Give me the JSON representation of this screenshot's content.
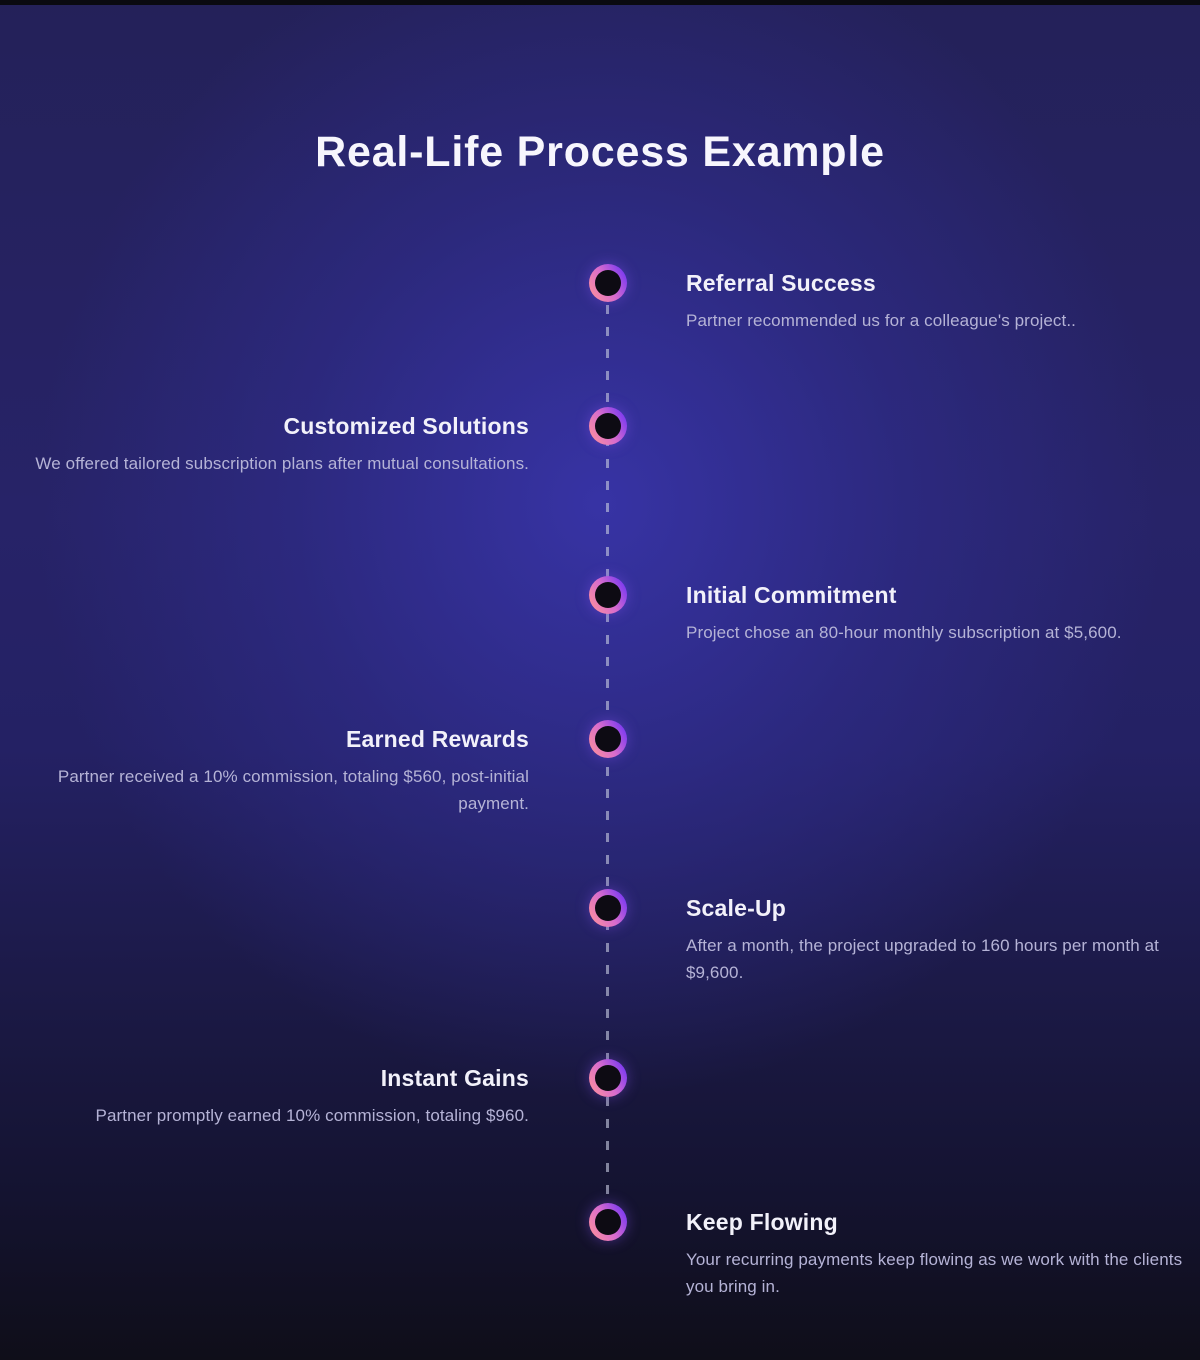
{
  "page": {
    "section_title": "Real-Life Process Example"
  },
  "timeline": {
    "items": [
      {
        "title": "Referral Success",
        "description": "Partner recommended us for a colleague's project..",
        "side": "right"
      },
      {
        "title": "Customized Solutions",
        "description": "We offered tailored subscription plans after mutual consultations.",
        "side": "left"
      },
      {
        "title": "Initial Commitment",
        "description": "Project chose an 80-hour monthly subscription at $5,600.",
        "side": "right"
      },
      {
        "title": "Earned Rewards",
        "description": "Partner received a 10% commission, totaling $560, post-initial payment.",
        "side": "left"
      },
      {
        "title": "Scale-Up",
        "description": "After a month, the project upgraded to 160 hours per month at $9,600.",
        "side": "right"
      },
      {
        "title": "Instant Gains",
        "description": "Partner promptly earned 10% commission, totaling $960.",
        "side": "left"
      },
      {
        "title": "Keep Flowing",
        "description": "Your recurring payments keep flowing as we work with the clients you bring in.",
        "side": "right"
      }
    ]
  },
  "colors": {
    "background_center": "#343199",
    "background_top": "#242159",
    "background_bottom": "#0f0e19",
    "node_gradient_pink": "#fb8e9e",
    "node_gradient_violet": "#7e3bf0",
    "node_core": "#0d0b13",
    "dashed_line": "#c4c8de",
    "title_text": "#f2f1fa",
    "description_text": "#b5b3d6",
    "heading_text": "#f7f6fd"
  }
}
